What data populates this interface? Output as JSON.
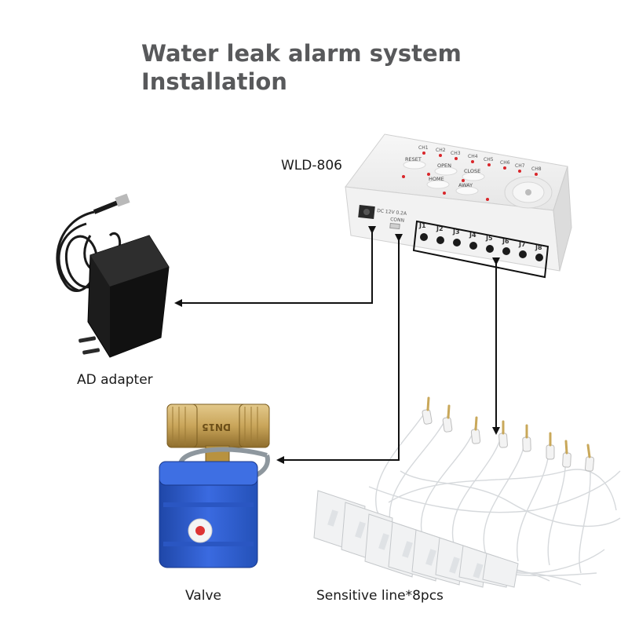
{
  "title": {
    "line1": "Water leak alarm system",
    "line2": "Installation"
  },
  "labels": {
    "controller": "WLD-806",
    "adapter": "AD adapter",
    "valve": "Valve",
    "sensor": "Sensitive line*8pcs"
  },
  "controller_panel": {
    "buttons": [
      "RESET",
      "OPEN",
      "CLOSE",
      "HOME",
      "AWAY"
    ],
    "channels": [
      "CH1",
      "CH2",
      "CH3",
      "CH4",
      "CH5",
      "CH6",
      "CH7",
      "CH8"
    ],
    "jacks": [
      "J1",
      "J2",
      "J3",
      "J4",
      "J5",
      "J6",
      "J7",
      "J8"
    ],
    "power_label": "DC 12V 0.2A",
    "conn_label": "CONN"
  },
  "valve_marking": "DN15",
  "colors": {
    "title": "#58595b",
    "arrow": "#111111",
    "valve_body": "#2f5fd0",
    "brass": "#c9a55a",
    "led": "#d9262a"
  }
}
